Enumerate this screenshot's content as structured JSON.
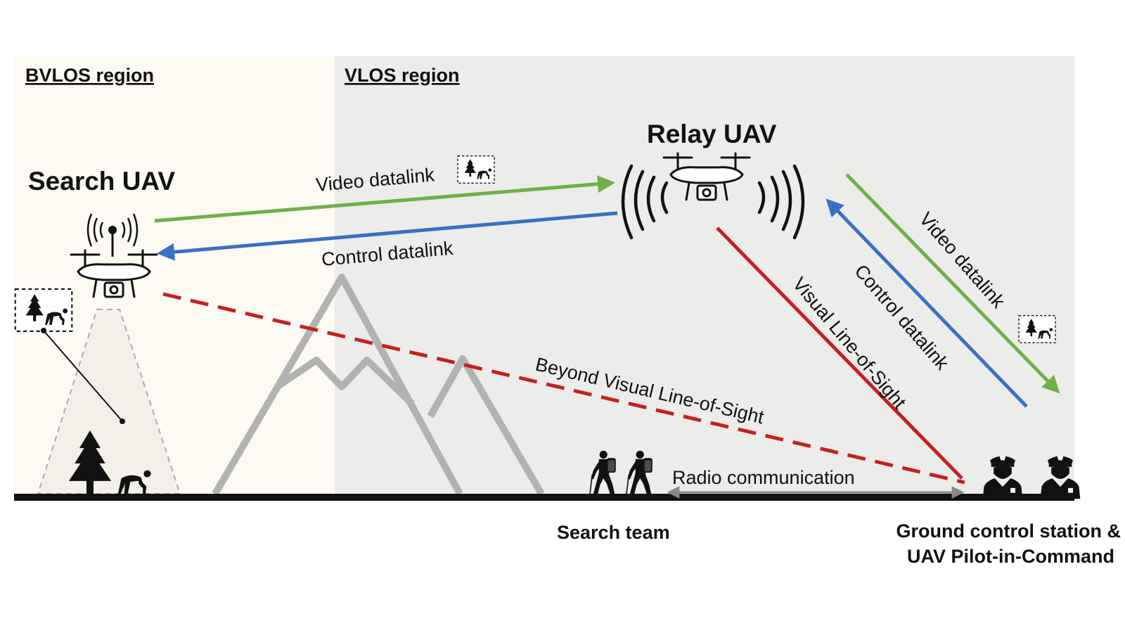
{
  "regions": {
    "bvlos_label": "BVLOS region",
    "vlos_label": "VLOS region"
  },
  "uavs": {
    "search_uav_label": "Search UAV",
    "relay_uav_label": "Relay UAV"
  },
  "links": {
    "video_datalink_upper": "Video datalink",
    "control_datalink_upper": "Control datalink",
    "video_datalink_right": "Video datalink",
    "control_datalink_right": "Control datalink",
    "visual_line_of_sight": "Visual Line-of-Sight",
    "beyond_visual_line_of_sight": "Beyond Visual Line-of-Sight",
    "radio_communication": "Radio communication"
  },
  "ground": {
    "search_team_label": "Search team",
    "gcs_label_line1": "Ground control station &",
    "gcs_label_line2": "UAV Pilot-in-Command"
  },
  "icons": {
    "uav": "quadcopter-drone-icon",
    "signal": "radio-signal-waves-icon",
    "tree": "pine-tree-icon",
    "person": "injured-person-icon",
    "hiker": "hiker-with-backpack-icon",
    "pilot": "police-officer-icon",
    "mountain": "mountain-outline-icon",
    "snapshot": "tree-and-person-snapshot-icon"
  },
  "colors": {
    "bvlos_background": "#fcfaf3",
    "vlos_background": "#ececeb",
    "video_link": "#6fb04a",
    "control_link": "#3a6fc2",
    "line_of_sight": "#c61f1f",
    "radio": "#8a8a8a",
    "mountain": "#b2b2b2",
    "ground": "#111111"
  }
}
